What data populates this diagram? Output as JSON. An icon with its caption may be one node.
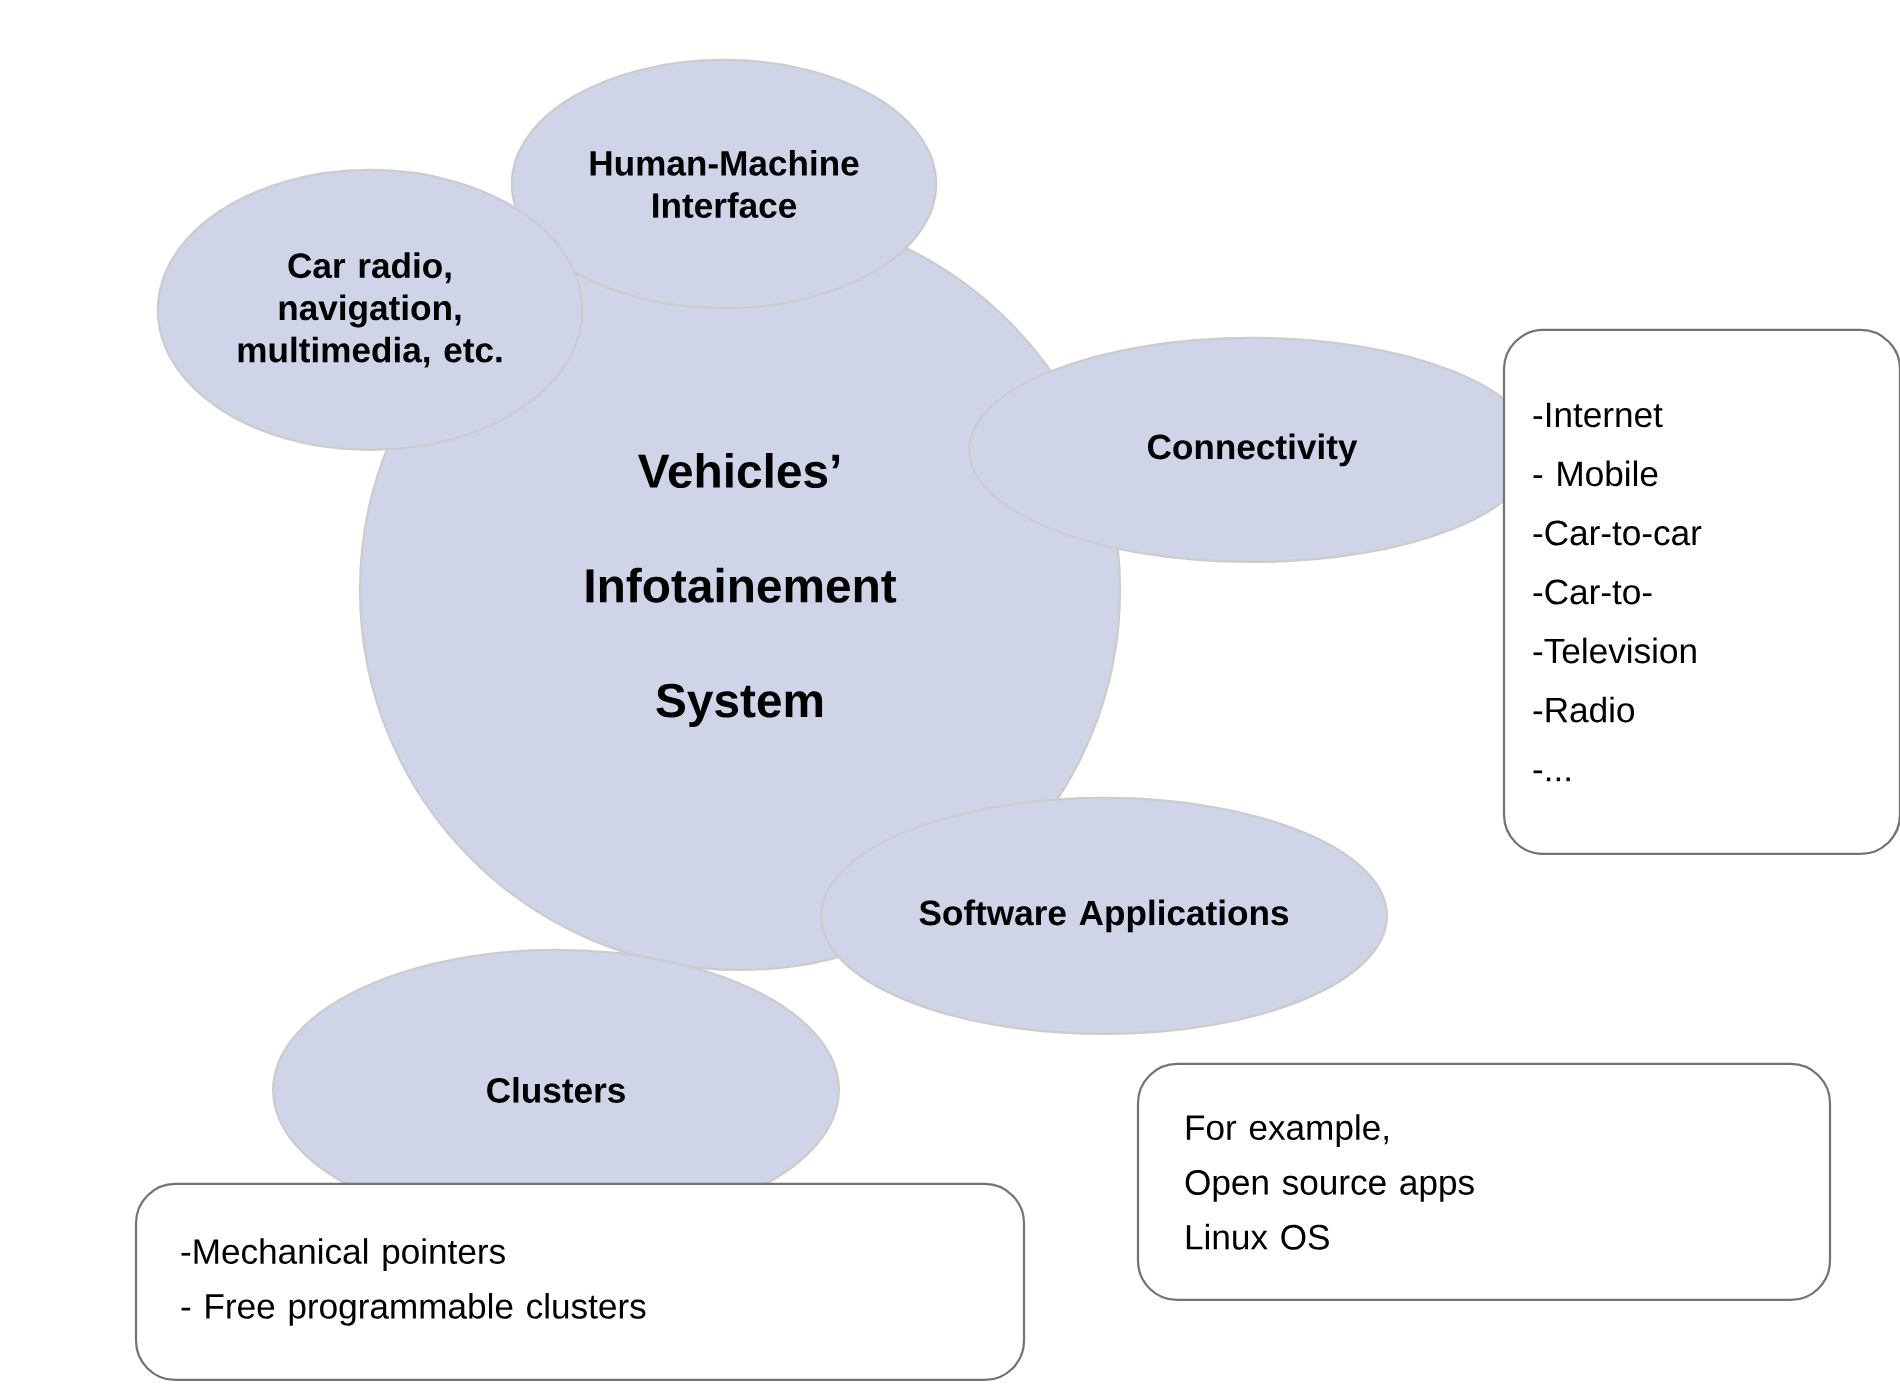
{
  "diagram": {
    "nodes": [
      {
        "text": [
          "Vehicles’ Infotainement System"
        ]
      },
      {
        "text": [
          "Human-Machine Interface"
        ]
      },
      {
        "text": [
          "Car radio, navigation, multimedia, etc."
        ]
      },
      {
        "text": [
          "Connectivity"
        ]
      },
      {
        "text": [
          "Software Applications"
        ]
      },
      {
        "text": [
          "Clusters"
        ]
      },
      {
        "text": [
          "-Internet",
          "- Mobile",
          "-Car-to-car",
          "-Car-to-",
          "-Television",
          "-Radio",
          "-..."
        ]
      },
      {
        "text": [
          "For example,",
          "Open source apps",
          "Linux OS"
        ]
      },
      {
        "text": [
          "-Mechanical pointers",
          "- Free programmable clusters"
        ]
      }
    ]
  }
}
